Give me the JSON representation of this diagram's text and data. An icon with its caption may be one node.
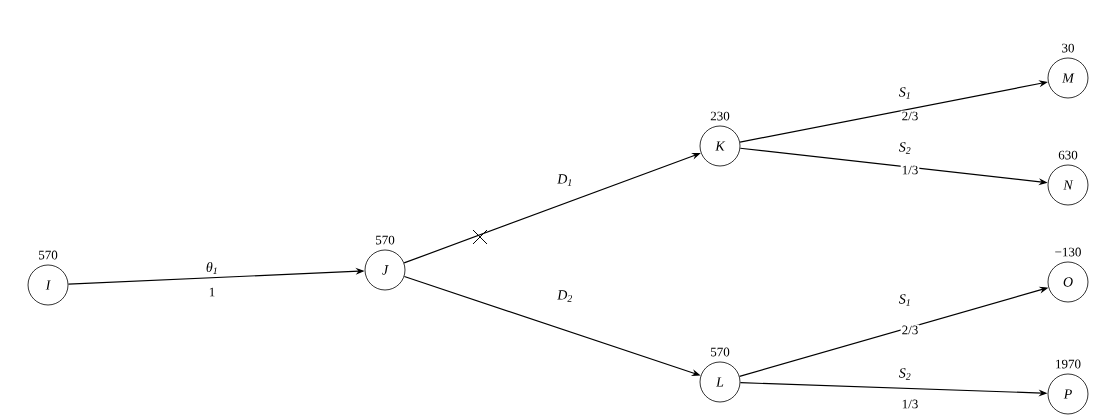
{
  "diagram": {
    "nodes": [
      {
        "text": [
          "I"
        ],
        "beside": [
          "570"
        ]
      },
      {
        "text": [
          "J"
        ],
        "beside": [
          "570"
        ]
      },
      {
        "text": [
          "K"
        ],
        "beside": [
          "230"
        ]
      },
      {
        "text": [
          "L"
        ],
        "beside": [
          "570"
        ]
      },
      {
        "text": [
          "M"
        ],
        "beside": [
          "30"
        ]
      },
      {
        "text": [
          "N"
        ],
        "beside": [
          "630"
        ]
      },
      {
        "text": [
          "O"
        ],
        "beside": [
          "−130"
        ]
      },
      {
        "text": [
          "P"
        ],
        "beside": [
          "1970"
        ]
      }
    ],
    "edges": [
      {
        "from": 0,
        "to": 1,
        "arrow": "to",
        "label": "θ$_{1}$"
      },
      {
        "from": 1,
        "to": 2,
        "arrow": "to",
        "label": "D$_{1}$"
      },
      {
        "from": 1,
        "to": 3,
        "arrow": "to",
        "label": "D$_{2}$"
      },
      {
        "from": 2,
        "to": 4,
        "arrow": "to",
        "label": "S$_{1}$"
      },
      {
        "from": 2,
        "to": 5,
        "arrow": "to",
        "label": "S$_{2}$"
      },
      {
        "from": 3,
        "to": 6,
        "arrow": "to",
        "label": "S$_{1}$"
      },
      {
        "from": 3,
        "to": 7,
        "arrow": "to",
        "label": "S$_{2}$"
      }
    ],
    "labels": [
      "2/3",
      "1/3",
      "1",
      "2/3",
      "1/3"
    ]
  }
}
